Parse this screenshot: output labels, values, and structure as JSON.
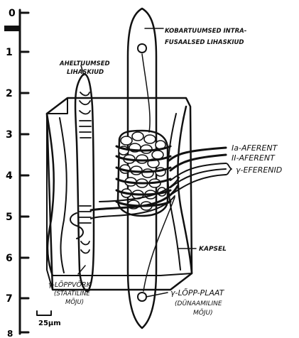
{
  "scale": {
    "ticks": [
      "0",
      "1",
      "2",
      "3",
      "4",
      "5",
      "6",
      "7",
      "8"
    ],
    "bar_label": "25µm"
  },
  "labels": {
    "nuclear_bag_fiber": [
      "KOBARTUUMSED INTRA-",
      "FUSAALSED LIHASKIUD"
    ],
    "nuclear_chain_fiber": [
      "AHELTUUMSED",
      "LIHASKIUD"
    ],
    "ia_afferent": "Ia-AFERENT",
    "ii_afferent": "II-AFERENT",
    "gamma_efferents": "γ-EFERENID",
    "capsule": "KAPSEL",
    "gamma_trail": [
      "γ-LÕPPVÕRK",
      "(STAATILINE",
      "MÕJU)"
    ],
    "gamma_plate": [
      "γ-LÕPP-PLAAT",
      "(DÜNAAMILINE",
      "MÕJU)"
    ]
  }
}
